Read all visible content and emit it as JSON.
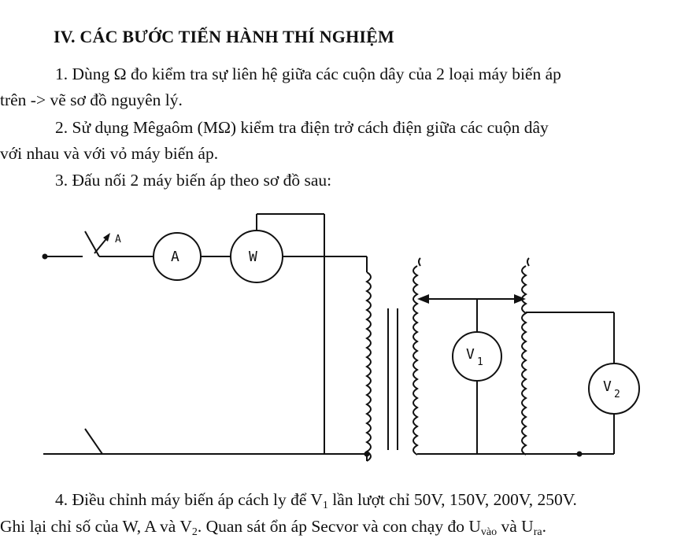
{
  "doc": {
    "heading": "IV. CÁC BƯỚC TIẾN HÀNH THÍ NGHIỆM",
    "step1_line1": "1.  Dùng Ω đo kiểm tra sự liên hệ giữa các cuộn dây của 2 loại máy biến áp",
    "step1_line2": "trên -> vẽ sơ đồ nguyên lý.",
    "step2_line1": "2. Sử dụng Mêgaôm (MΩ)  kiểm tra điện trở cách điện giữa các cuộn dây",
    "step2_line2": "với nhau và với vỏ máy biến áp.",
    "step3": "3. Đấu nối 2 máy biến áp theo sơ đồ sau:",
    "step4_pre": "4. Điều chỉnh máy biến áp cách ly để V",
    "step4_sub1": "1",
    "step4_post": " lần lượt chỉ 50V, 150V, 200V, 250V.",
    "line5_pre": "Ghi lại chỉ số của W, A và V",
    "line5_sub2": "2",
    "line5_mid": ".  Quan sát ổn áp Secvor và con chạy đo U",
    "line5_sub_vao": "vào",
    "line5_and": " và U",
    "line5_sub_ra": "ra",
    "line5_end": "."
  },
  "diagram": {
    "switch_label": "A",
    "ammeter_label": "A",
    "wattmeter_label": "W",
    "v1_main": "V",
    "v1_sub": "1",
    "v2_main": "V",
    "v2_sub": "2"
  }
}
